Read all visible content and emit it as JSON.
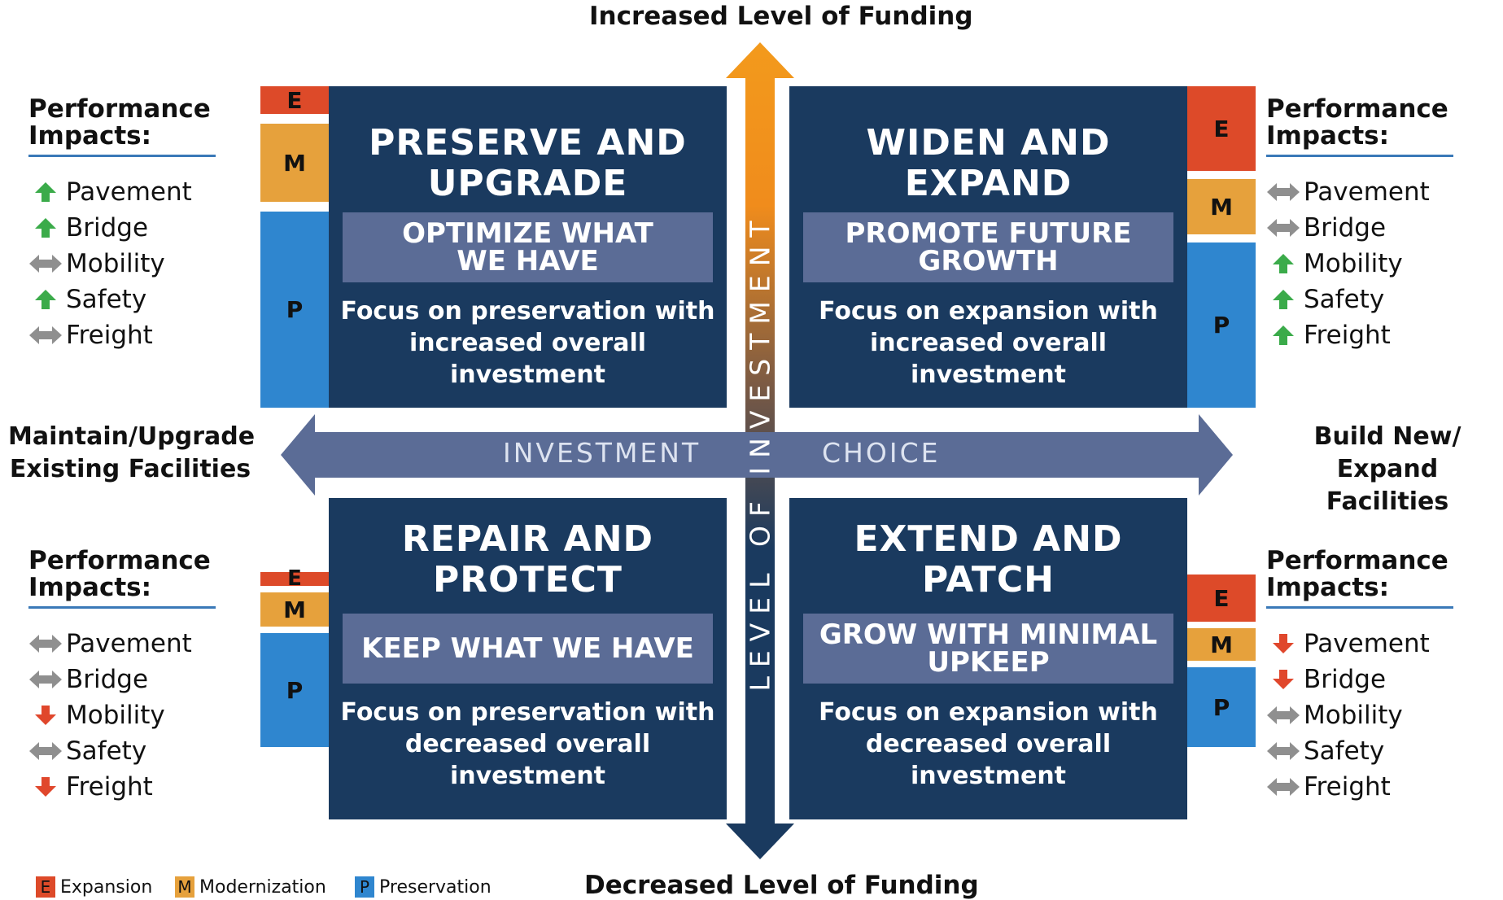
{
  "axis": {
    "top": "Increased Level of Funding",
    "bottom": "Decreased Level of Funding",
    "left": [
      "Maintain/Upgrade",
      "Existing Facilities"
    ],
    "right": [
      "Build New/",
      "Expand Facilities"
    ],
    "vertical_label": "LEVEL OF INVESTMENT",
    "horizontal_label_left": "INVESTMENT",
    "horizontal_label_right": "CHOICE"
  },
  "quadrants": {
    "top_left": {
      "title": [
        "PRESERVE AND",
        "UPGRADE"
      ],
      "subtitle": [
        "OPTIMIZE WHAT",
        "WE HAVE"
      ],
      "description": [
        "Focus on preservation with",
        "increased overall investment"
      ]
    },
    "top_right": {
      "title": [
        "WIDEN AND",
        "EXPAND"
      ],
      "subtitle": [
        "PROMOTE FUTURE",
        "GROWTH"
      ],
      "description": [
        "Focus on expansion with",
        "increased overall investment"
      ]
    },
    "bottom_left": {
      "title": [
        "REPAIR AND",
        "PROTECT"
      ],
      "subtitle": [
        "KEEP WHAT WE HAVE"
      ],
      "description": [
        "Focus on preservation with",
        "decreased overall",
        "investment"
      ]
    },
    "bottom_right": {
      "title": [
        "EXTEND AND",
        "PATCH"
      ],
      "subtitle": [
        "GROW WITH MINIMAL",
        "UPKEEP"
      ],
      "description": [
        "Focus on expansion with",
        "decreased overall",
        "investment"
      ]
    }
  },
  "bars": {
    "letters": {
      "E": "E",
      "M": "M",
      "P": "P"
    },
    "colors": {
      "E": "#dd4a29",
      "M": "#e6a13c",
      "P": "#2f86cf"
    }
  },
  "performance": {
    "heading": [
      "Performance",
      "Impacts:"
    ],
    "top_left": [
      {
        "label": "Pavement",
        "trend": "up"
      },
      {
        "label": "Bridge",
        "trend": "up"
      },
      {
        "label": "Mobility",
        "trend": "neutral"
      },
      {
        "label": "Safety",
        "trend": "up"
      },
      {
        "label": "Freight",
        "trend": "neutral"
      }
    ],
    "top_right": [
      {
        "label": "Pavement",
        "trend": "neutral"
      },
      {
        "label": "Bridge",
        "trend": "neutral"
      },
      {
        "label": "Mobility",
        "trend": "up"
      },
      {
        "label": "Safety",
        "trend": "up"
      },
      {
        "label": "Freight",
        "trend": "up"
      }
    ],
    "bottom_left": [
      {
        "label": "Pavement",
        "trend": "neutral"
      },
      {
        "label": "Bridge",
        "trend": "neutral"
      },
      {
        "label": "Mobility",
        "trend": "down"
      },
      {
        "label": "Safety",
        "trend": "neutral"
      },
      {
        "label": "Freight",
        "trend": "down"
      }
    ],
    "bottom_right": [
      {
        "label": "Pavement",
        "trend": "down"
      },
      {
        "label": "Bridge",
        "trend": "down"
      },
      {
        "label": "Mobility",
        "trend": "neutral"
      },
      {
        "label": "Safety",
        "trend": "neutral"
      },
      {
        "label": "Freight",
        "trend": "neutral"
      }
    ],
    "trend_colors": {
      "up": "#3bab4a",
      "down": "#e0472c",
      "neutral": "#8f8f8f"
    }
  },
  "legend": [
    {
      "letter": "E",
      "label": "Expansion"
    },
    {
      "letter": "M",
      "label": "Modernization"
    },
    {
      "letter": "P",
      "label": "Preservation"
    }
  ]
}
